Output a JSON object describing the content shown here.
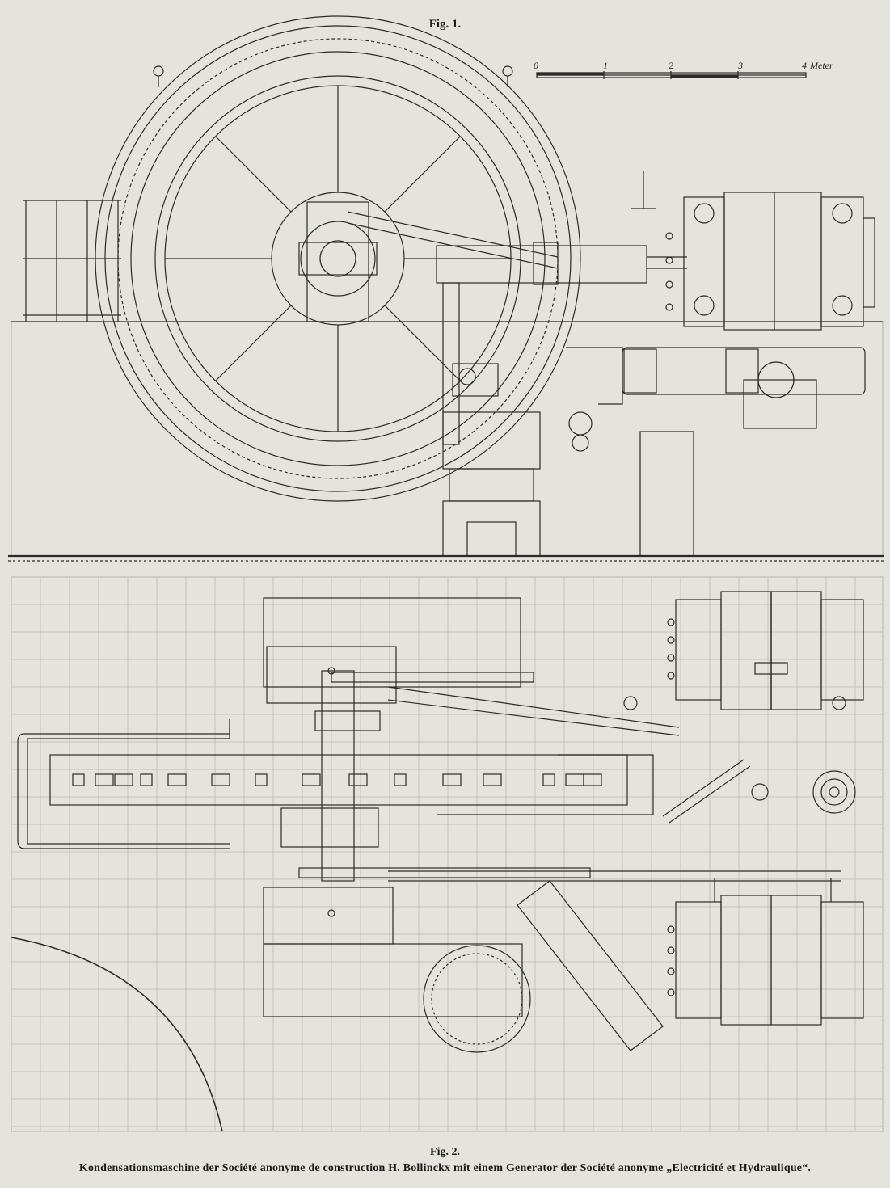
{
  "figure1": {
    "label": "Fig. 1."
  },
  "scale_bar": {
    "ticks": [
      "0",
      "1",
      "2",
      "3",
      "4"
    ],
    "unit": "Meter"
  },
  "figure2": {
    "label": "Fig. 2."
  },
  "caption": "Kondensationsmaschine der Société anonyme de construction H. Bollinckx mit einem Generator der Société anonyme „Electricité et Hydraulique“.",
  "colors": {
    "paper": "#e4e4dc",
    "ink": "#2a2a2a",
    "grid": "#b9b9b0"
  }
}
